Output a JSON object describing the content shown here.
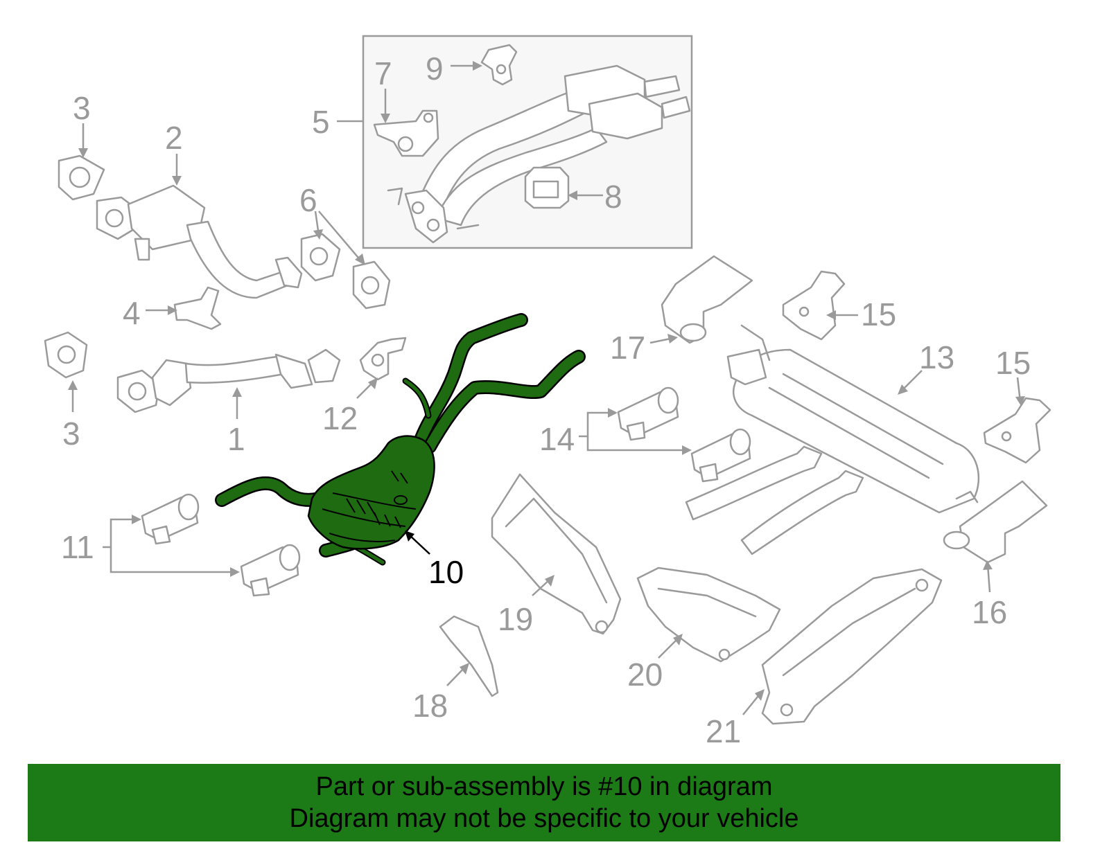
{
  "callouts": {
    "c1": "1",
    "c2": "2",
    "c3a": "3",
    "c3b": "3",
    "c4": "4",
    "c5": "5",
    "c6": "6",
    "c7": "7",
    "c8": "8",
    "c9": "9",
    "c10": "10",
    "c11": "11",
    "c12": "12",
    "c13": "13",
    "c14": "14",
    "c15a": "15",
    "c15b": "15",
    "c16": "16",
    "c17": "17",
    "c18": "18",
    "c19": "19",
    "c20": "20",
    "c21": "21"
  },
  "highlighted_part": "10",
  "colors": {
    "highlight_fill": "#1e6b12",
    "banner_background": "#1c7a17",
    "part_outline": "#9a9a9a",
    "inset_background": "#f7f7f7"
  },
  "banner": {
    "line1": "Part or sub-assembly is #10 in diagram",
    "line2": "Diagram may not be specific to your vehicle"
  }
}
